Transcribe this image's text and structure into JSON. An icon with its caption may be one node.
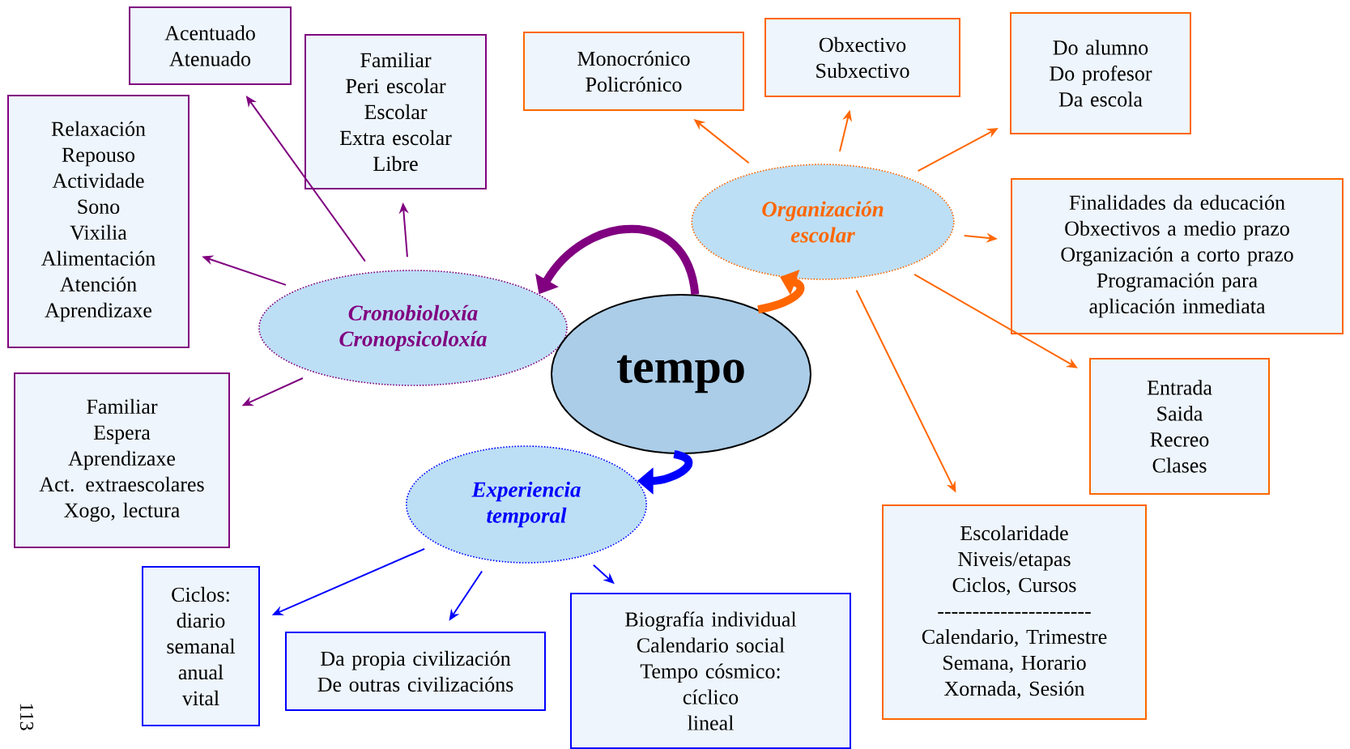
{
  "diagram": {
    "nodes": [
      {
        "text": [
          "Acentuado",
          "Atenuado"
        ]
      },
      {
        "text": [
          "Familiar",
          "Peri escolar",
          "Escolar",
          "Extra escolar",
          "Libre"
        ]
      },
      {
        "text": [
          "Relaxación",
          "Repouso",
          "Actividade",
          "Sono",
          "Vixilia",
          "Alimentación",
          "Atención",
          "Aprendizaxe"
        ]
      },
      {
        "text": [
          "Familiar",
          "Espera",
          "Aprendizaxe",
          "Act. extraescolares",
          "Xogo, lectura"
        ]
      },
      {
        "text": [
          "Cronobioloxía",
          "Cronopsicoloxía"
        ]
      },
      {
        "text": [
          "Monocrónico",
          "Policrónico"
        ]
      },
      {
        "text": [
          "Obxectivo",
          "Subxectivo"
        ]
      },
      {
        "text": [
          "Do alumno",
          "Do profesor",
          "Da escola"
        ]
      },
      {
        "text": [
          "Organización escolar"
        ]
      },
      {
        "text": [
          "Finalidades da educación",
          "Obxectivos a medio prazo",
          "Organización a corto prazo",
          "Programación para aplicación inmediata"
        ]
      },
      {
        "text": [
          "tempo"
        ]
      },
      {
        "text": [
          "Entrada",
          "Saida",
          "Recreo",
          "Clases"
        ]
      },
      {
        "text": [
          "Experiencia temporal"
        ]
      },
      {
        "text": [
          "Escolaridade",
          "Niveis/etapas",
          "Ciclos, Cursos",
          "----------------------",
          "Calendario, Trimestre",
          "Semana, Horario",
          "Xornada, Sesión"
        ]
      },
      {
        "text": [
          "Ciclos:",
          "diario",
          "semanal",
          "anual",
          "vital"
        ]
      },
      {
        "text": [
          "Da propia civilización",
          "De outras civilizacións"
        ]
      },
      {
        "text": [
          "Biografía individual",
          "Calendario social",
          "Tempo cósmico:",
          "cíclico",
          "lineal"
        ]
      }
    ],
    "edges": [
      {
        "from": 4,
        "to": 0,
        "arrow": "to",
        "color": "#800080"
      },
      {
        "from": 4,
        "to": 1,
        "arrow": "to",
        "color": "#800080"
      },
      {
        "from": 4,
        "to": 2,
        "arrow": "to",
        "color": "#800080"
      },
      {
        "from": 4,
        "to": 3,
        "arrow": "to",
        "color": "#800080"
      },
      {
        "from": 8,
        "to": 5,
        "arrow": "to"
      },
      {
        "from": 8,
        "to": 6,
        "arrow": "to"
      },
      {
        "from": 8,
        "to": 7,
        "arrow": "to"
      },
      {
        "from": 8,
        "to": 9,
        "arrow": "to"
      },
      {
        "from": 8,
        "to": 11,
        "arrow": "to"
      },
      {
        "from": 8,
        "to": 13,
        "arrow": "to"
      },
      {
        "from": 12,
        "to": 14,
        "arrow": "to",
        "color": "#0000ff"
      },
      {
        "from": 12,
        "to": 15,
        "arrow": "to",
        "color": "#0000ff"
      },
      {
        "from": 12,
        "to": 16,
        "arrow": "to",
        "color": "#0000ff"
      },
      {
        "from": 10,
        "to": 4,
        "arrow": "to",
        "style": "thick",
        "color": "#800080"
      },
      {
        "from": 10,
        "to": 8,
        "arrow": "to",
        "style": "thick"
      },
      {
        "from": 10,
        "to": 12,
        "arrow": "to",
        "style": "thick",
        "color": "#0000ff"
      }
    ],
    "labels": [
      "113"
    ]
  }
}
